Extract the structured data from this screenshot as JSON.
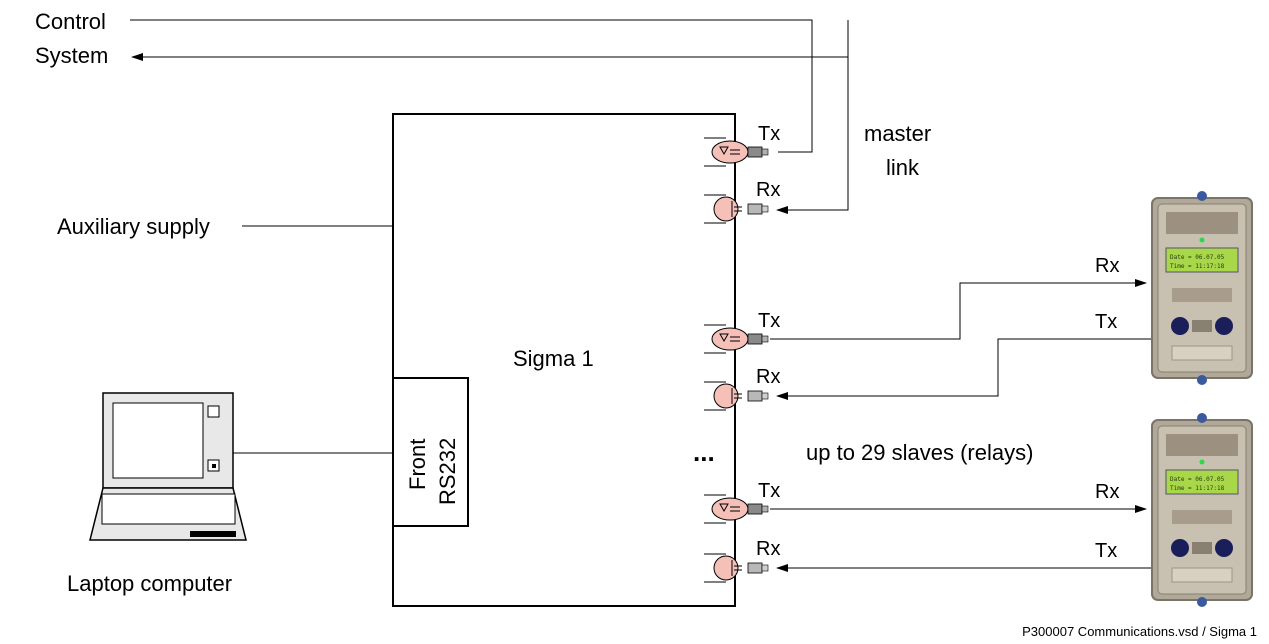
{
  "control_system": {
    "line1": "Control",
    "line2": "System"
  },
  "master_link": {
    "line1": "master",
    "line2": "link"
  },
  "auxiliary_supply": "Auxiliary supply",
  "main_unit": {
    "title": "Sigma 1",
    "front_port_line1": "Front",
    "front_port_line2": "RS232"
  },
  "ellipsis": "...",
  "laptop_label": "Laptop computer",
  "slaves_note": "up to 29 slaves (relays)",
  "ports": {
    "tx_master": "Tx",
    "rx_master": "Rx",
    "tx_s1": "Tx",
    "rx_s1": "Rx",
    "tx_s2": "Tx",
    "rx_s2": "Rx"
  },
  "relay1": {
    "rx": "Rx",
    "tx": "Tx",
    "lcd_line1": "Date = 06.07.05",
    "lcd_line2": "Time = 11:17:18"
  },
  "relay2": {
    "rx": "Rx",
    "tx": "Tx",
    "lcd_line1": "Date = 06.07.05",
    "lcd_line2": "Time = 11:17:18"
  },
  "footer": "P300007 Communications.vsd / Sigma 1",
  "colors": {
    "port_fill": "#f4c0b8",
    "lcd": "#a8d84a",
    "relay_body": "#b0a898"
  }
}
